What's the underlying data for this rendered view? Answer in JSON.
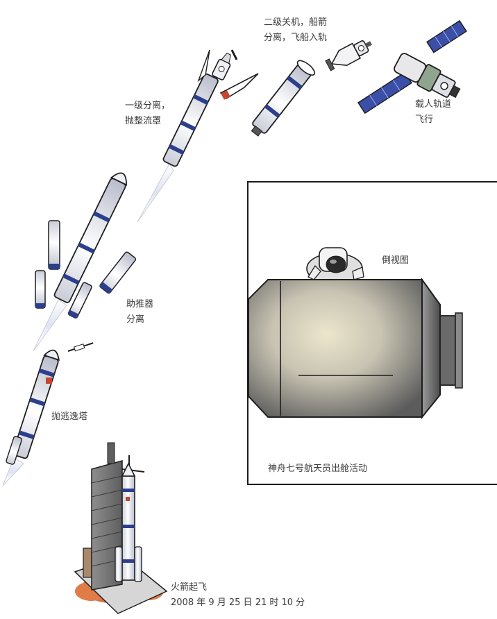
{
  "stages": {
    "second_stage_cutoff": [
      "二级关机，船箭",
      "分离，飞船入轨"
    ],
    "crewed_orbit": [
      "载人轨道",
      "飞行"
    ],
    "first_stage_separation": [
      "一级分离，",
      "抛整流罩"
    ],
    "booster_separation": [
      "助推器",
      "分离"
    ],
    "escape_tower_jettison": [
      "抛逃逸塔"
    ],
    "liftoff": [
      "火箭起飞",
      "2008 年 9 月 25 日 21 时 10 分"
    ]
  },
  "inset": {
    "view_label": "倒视图",
    "caption": "神舟七号航天员出舱活动"
  },
  "colors": {
    "rocket_body": "#eef0f6",
    "rocket_band": "#2b3f8c",
    "outline": "#1e1e1e",
    "solar_panel": "#3c4fa8",
    "module_gray": "#8a8a8a",
    "module_light": "#e9e4cf",
    "flame": "#d9622f",
    "tower": "#6e6e6e"
  },
  "icons": [
    "rocket-icon",
    "spacecraft-icon",
    "solar-panel-icon",
    "astronaut-icon",
    "launch-tower-icon"
  ]
}
